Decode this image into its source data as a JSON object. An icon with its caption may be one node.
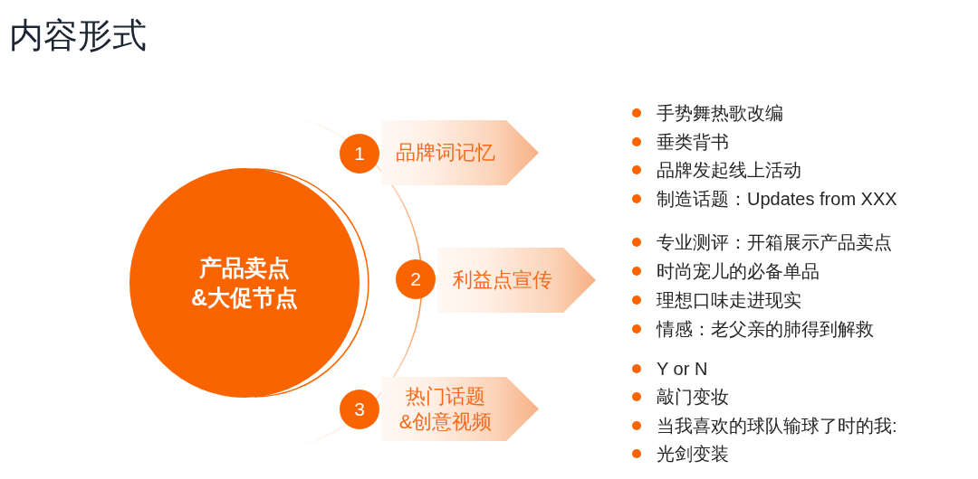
{
  "diagram": {
    "title": "内容形式",
    "nodes": [
      {
        "text": [
          "产品卖点&大促节点"
        ]
      },
      {
        "text": [
          "1"
        ]
      },
      {
        "text": [
          "品牌词记忆"
        ]
      },
      {
        "text": [
          "2"
        ]
      },
      {
        "text": [
          "利益点宣传"
        ]
      },
      {
        "text": [
          "3"
        ]
      },
      {
        "text": [
          "热门话题&创意视频"
        ]
      }
    ],
    "labels": [
      "手势舞热歌改编",
      "垂类背书",
      "品牌发起线上活动",
      "制造话题：Updates from XXX",
      "专业测评：开箱展示产品卖点",
      "时尚宠儿的必备单品",
      "理想口味走进现实",
      "情感：老父亲的肺得到解救",
      "Y or N",
      "敲门变妆",
      "当我喜欢的球队输球了时的我:",
      "光剑变装"
    ]
  }
}
